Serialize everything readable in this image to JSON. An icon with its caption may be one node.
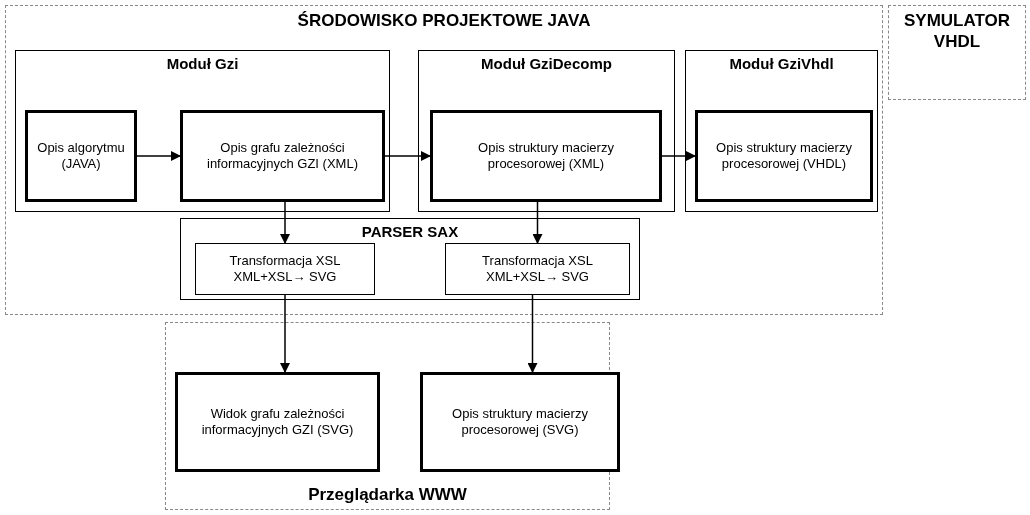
{
  "diagram": {
    "nodes": [
      {
        "text": [
          "ŚRODOWISKO PROJEKTOWE JAVA"
        ]
      },
      {
        "text": [
          "SYMULATOR VHDL"
        ]
      },
      {
        "text": [
          "Moduł Gzi"
        ],
        "in": 0
      },
      {
        "text": [
          "Opis algorytmu (JAVA)"
        ],
        "in": 2
      },
      {
        "text": [
          "Opis grafu zależności informacyjnych GZI (XML)"
        ],
        "in": 2
      },
      {
        "text": [
          "Moduł GziDecomp"
        ],
        "in": 0
      },
      {
        "text": [
          "Opis struktury macierzy procesorowej (XML)"
        ],
        "in": 5
      },
      {
        "text": [
          "Moduł GziVhdl"
        ],
        "in": 0
      },
      {
        "text": [
          "Opis struktury macierzy procesorowej (VHDL)"
        ],
        "in": 7
      },
      {
        "text": [
          "PARSER SAX"
        ],
        "in": 0
      },
      {
        "text": [
          "Transformacja XSL XML+XSL→ SVG"
        ],
        "in": 9
      },
      {
        "text": [
          "Transformacja XSL XML+XSL→ SVG"
        ],
        "in": 9
      },
      {
        "text": [
          "Przeglądarka WWW"
        ]
      },
      {
        "text": [
          "Widok grafu zależności informacyjnych GZI (SVG)"
        ],
        "in": 12
      },
      {
        "text": [
          "Opis struktury macierzy procesorowej (SVG)"
        ],
        "in": 12
      }
    ],
    "edges": [
      {
        "from": 3,
        "to": 4,
        "arrow": "to"
      },
      {
        "from": 4,
        "to": 6,
        "arrow": "to"
      },
      {
        "from": 6,
        "to": 8,
        "arrow": "to"
      },
      {
        "from": 4,
        "to": 10,
        "arrow": "to"
      },
      {
        "from": 6,
        "to": 11,
        "arrow": "to"
      },
      {
        "from": 10,
        "to": 13,
        "arrow": "to"
      },
      {
        "from": 11,
        "to": 14,
        "arrow": "to"
      }
    ]
  }
}
